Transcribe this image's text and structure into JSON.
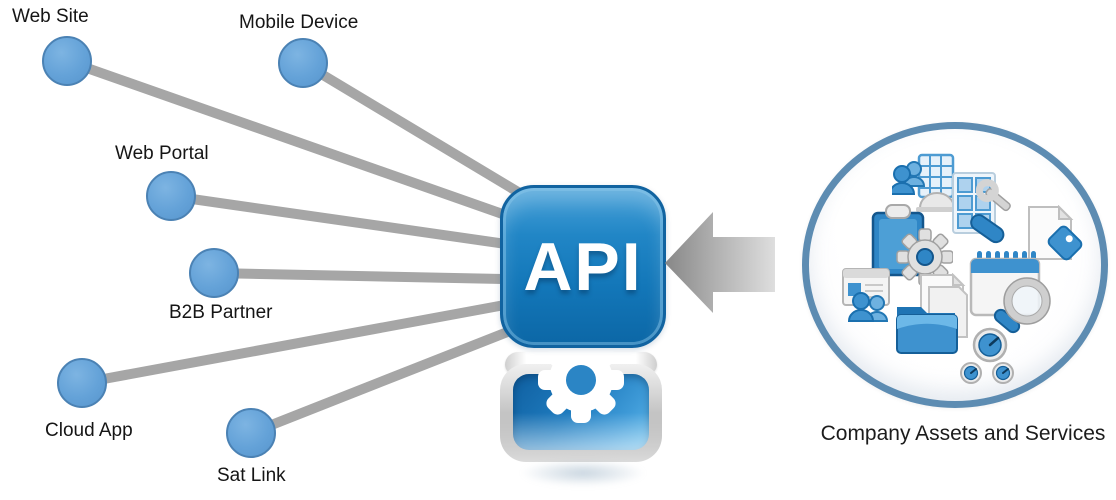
{
  "nodes": [
    {
      "id": "web-site",
      "label": "Web Site"
    },
    {
      "id": "mobile-device",
      "label": "Mobile Device"
    },
    {
      "id": "web-portal",
      "label": "Web Portal"
    },
    {
      "id": "b2b-partner",
      "label": "B2B Partner"
    },
    {
      "id": "cloud-app",
      "label": "Cloud App"
    },
    {
      "id": "sat-link",
      "label": "Sat Link"
    }
  ],
  "api_box": {
    "label": "API"
  },
  "arrow": {
    "direction": "left",
    "from": "assets-circle",
    "to": "api-box"
  },
  "assets_circle": {
    "label": "Company Assets and Services",
    "icons": [
      "users-building-icon",
      "building-tools-icon",
      "document-tag-icon",
      "clipboard-gear-icon",
      "calendar-search-icon",
      "users-screen-icon",
      "folder-documents-icon",
      "gauges-icon",
      "gear-icon"
    ]
  },
  "colors": {
    "node_fill": "#64a2d8",
    "node_border": "#4b82b4",
    "connector_gray": "#a6a6a6",
    "api_blue_top": "#4aa2d9",
    "api_blue_bottom": "#0c67a6",
    "arrow_gray": "#b0b0b0",
    "circle_border": "#5d8cb2",
    "label_text": "#151515"
  }
}
